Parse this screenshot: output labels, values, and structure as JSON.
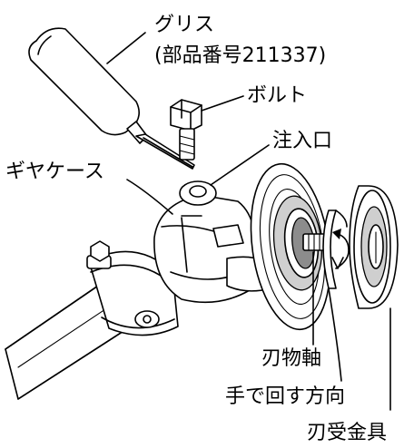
{
  "labels": {
    "grease": "グリス",
    "part_number": "(部品番号211337)",
    "bolt": "ボルト",
    "inlet": "注入口",
    "gear_case": "ギヤケース",
    "blade_shaft": "刃物軸",
    "hand_turn_direction": "手で回す方向",
    "blade_holder": "刃受金具"
  }
}
